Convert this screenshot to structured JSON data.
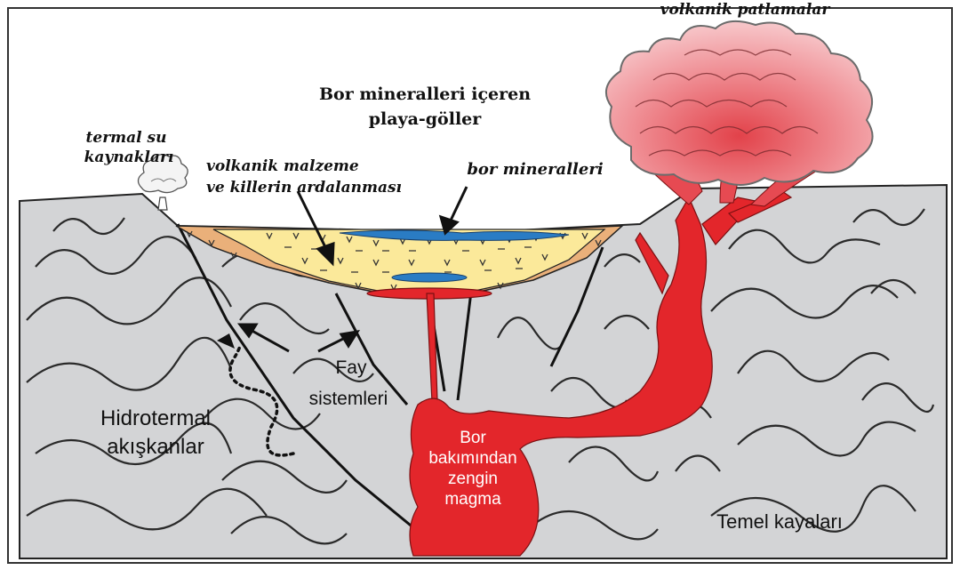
{
  "labels": {
    "volcanic_eruptions": "volkanik patlamalar",
    "playa_lakes_line1": "Bor mineralleri içeren",
    "playa_lakes_line2": "playa-göller",
    "thermal_springs_line1": "termal su",
    "thermal_springs_line2": "kaynakları",
    "volcanic_material_line1": "volkanik malzeme",
    "volcanic_material_line2": "ve killerin ardalanması",
    "boron_minerals": "bor mineralleri",
    "fault_line1": "Fay",
    "fault_line2": "sistemleri",
    "hydrothermal_line1": "Hidrotermal",
    "hydrothermal_line2": "akışkanlar",
    "magma_line1": "Bor",
    "magma_line2": "bakımından",
    "magma_line3": "zengin",
    "magma_line4": "magma",
    "basement_rocks": "Temel kayaları"
  },
  "colors": {
    "basement": "#d3d4d6",
    "magma": "#e3262b",
    "cloud": "#f2a6ab",
    "lake_sediment": "#fbe99a",
    "lake_edge": "#eab07a",
    "boron_lens": "#2a7cc4",
    "outline": "#222222"
  }
}
